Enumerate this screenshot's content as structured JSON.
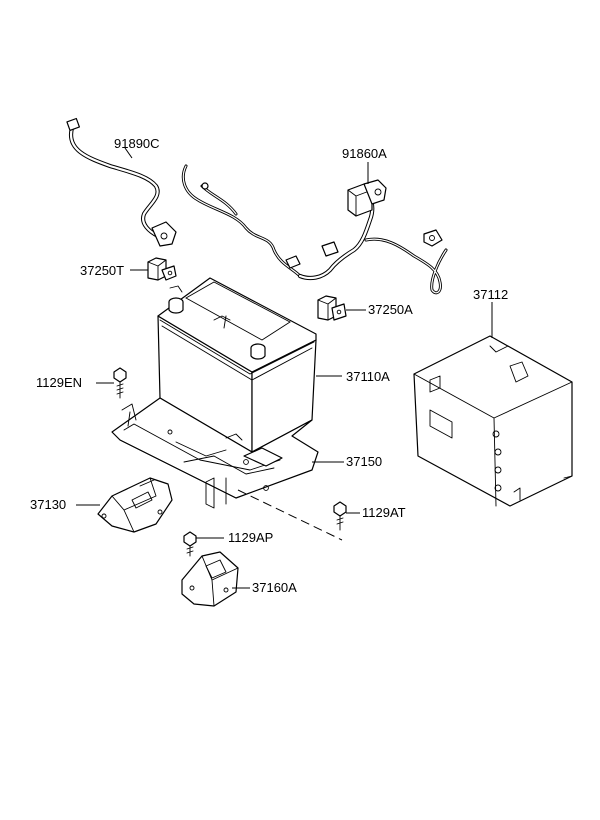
{
  "labels": {
    "l91890C": "91890C",
    "l91860A": "91860A",
    "l37250T": "37250T",
    "l37250A": "37250A",
    "l37112": "37112",
    "l1129EN": "1129EN",
    "l37110A": "37110A",
    "l37150": "37150",
    "l37130": "37130",
    "l1129AT": "1129AT",
    "l1129AP": "1129AP",
    "l37160A": "37160A"
  }
}
